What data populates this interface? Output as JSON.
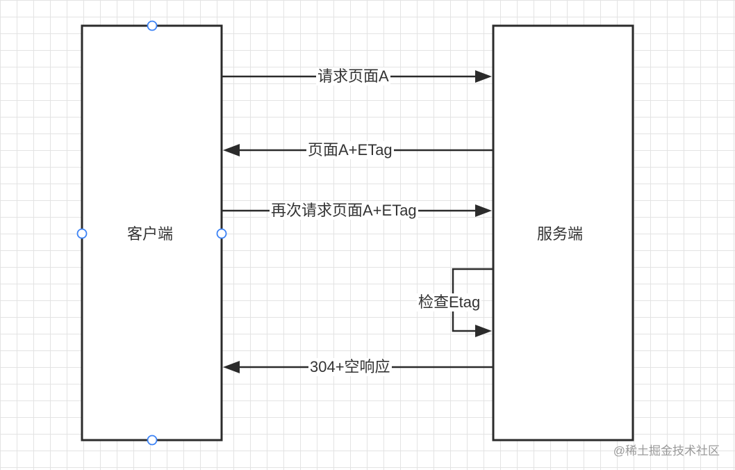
{
  "client": {
    "label": "客户端"
  },
  "server": {
    "label": "服务端"
  },
  "messages": [
    {
      "label": "请求页面A",
      "direction": "to-server"
    },
    {
      "label": "页面A+ETag",
      "direction": "to-client"
    },
    {
      "label": "再次请求页面A+ETag",
      "direction": "to-server"
    },
    {
      "label": "304+空响应",
      "direction": "to-client"
    }
  ],
  "self_check": {
    "label": "检查Etag"
  },
  "watermark": "@稀土掘金技术社区",
  "colors": {
    "stroke": "#2b2b2b",
    "handle": "#3b82f6",
    "grid": "#e3e3e3",
    "text": "#333333"
  }
}
